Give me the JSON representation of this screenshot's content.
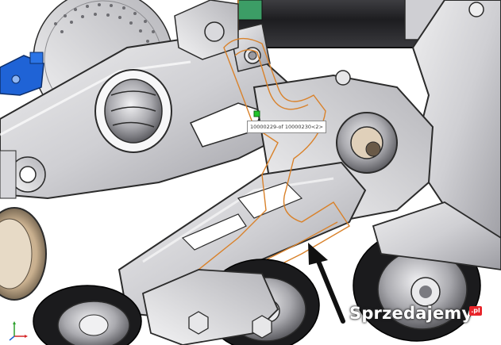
{
  "tooltip": {
    "text": "10000229-of 10000230<2>"
  },
  "watermark": {
    "text": "Sprzedajemy",
    "badge": ".pl"
  },
  "colors": {
    "metal_light": "#e1e1e3",
    "metal_mid": "#b9b9bd",
    "metal_dark": "#6d6d72",
    "edge": "#2b2b2b",
    "highlight_orange": "#d9822b",
    "selection_green": "#22c52a",
    "shock_blue": "#1f63d6",
    "tyre": "#1b1b1d",
    "arrow": "#111111"
  },
  "icons": [
    "coordinate-triad-icon",
    "selection-point-icon",
    "direction-arrow-icon"
  ]
}
